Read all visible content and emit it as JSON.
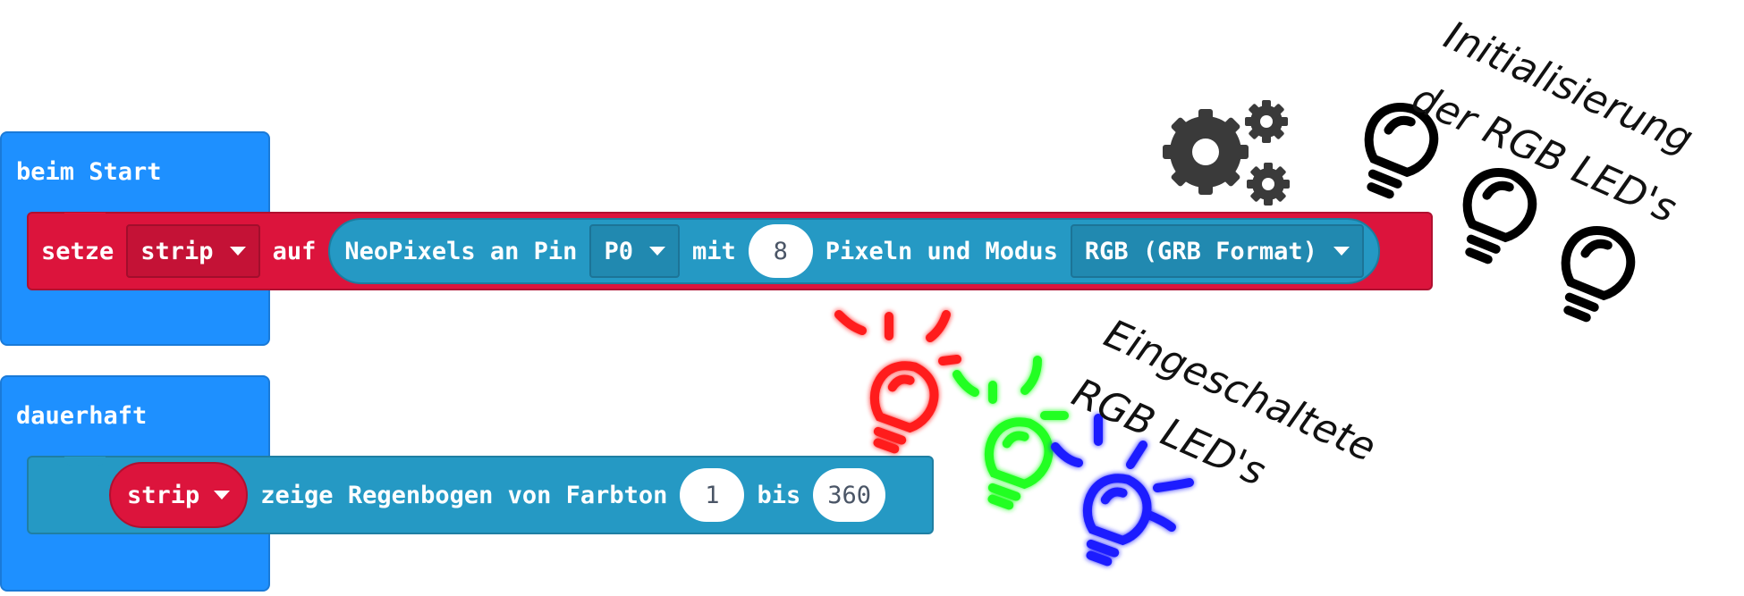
{
  "blocks": {
    "on_start": {
      "label": "beim Start",
      "statement": {
        "keyword": "setze",
        "variable": "strip",
        "to": "auf",
        "call": {
          "text1": "NeoPixels an Pin",
          "pin": "P0",
          "text2": "mit",
          "count": "8",
          "text3": "Pixeln und Modus",
          "mode": "RGB (GRB Format)"
        }
      }
    },
    "forever": {
      "label": "dauerhaft",
      "statement": {
        "variable": "strip",
        "text1": "zeige Regenbogen von Farbton",
        "from": "1",
        "text2": "bis",
        "to": "360"
      }
    }
  },
  "annotations": {
    "init": {
      "line1": "Initialisierung",
      "line2": "der RGB LED's"
    },
    "on": {
      "line1": "Eingeschaltete",
      "line2": "RGB LED's"
    }
  },
  "icons": {
    "gears": "gears-icon",
    "bulb_black": "lightbulb-icon",
    "bulb_red": "red-lightbulb-icon",
    "bulb_green": "green-lightbulb-icon",
    "bulb_blue": "blue-lightbulb-icon"
  },
  "colors": {
    "event_block": "#1e90ff",
    "variables_block": "#dc143c",
    "neopixel_block": "#2599c4",
    "bulb_red": "#ff1a1a",
    "bulb_green": "#22ff22",
    "bulb_blue": "#1a1aff"
  }
}
